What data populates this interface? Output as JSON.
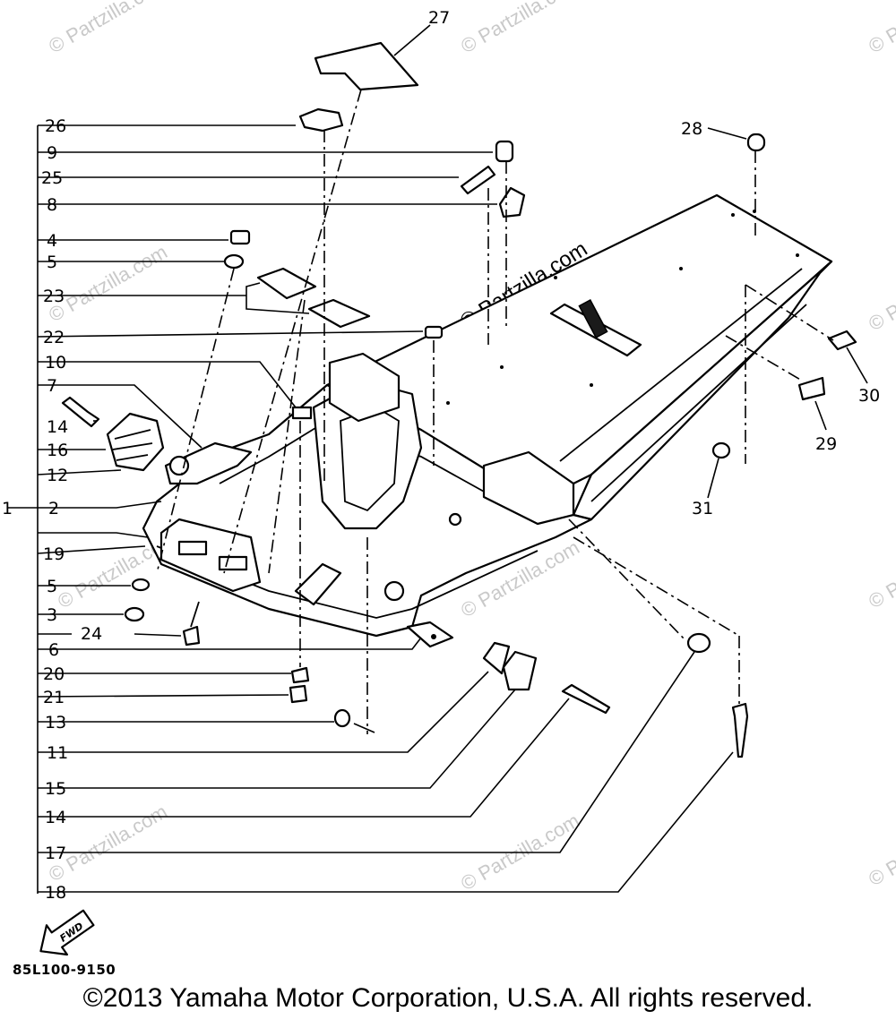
{
  "watermark": "© Partzilla.com",
  "center_watermark": "© Partzilla.com",
  "assembly_label": "1",
  "callouts": {
    "c2": "2",
    "c3": "3",
    "c4": "4",
    "c5a": "5",
    "c5b": "5",
    "c6": "6",
    "c7": "7",
    "c8": "8",
    "c9": "9",
    "c10": "10",
    "c11": "11",
    "c12": "12",
    "c13": "13",
    "c14a": "14",
    "c14b": "14",
    "c15": "15",
    "c16": "16",
    "c17": "17",
    "c18": "18",
    "c19": "19",
    "c20": "20",
    "c21": "21",
    "c22": "22",
    "c23": "23",
    "c24": "24",
    "c25": "25",
    "c26": "26",
    "c27": "27",
    "c28": "28",
    "c29": "29",
    "c30": "30",
    "c31": "31"
  },
  "fwd_label": "FWD",
  "catalog_code": "85L100-9150",
  "copyright": "©2013 Yamaha Motor Corporation, U.S.A. All rights reserved."
}
